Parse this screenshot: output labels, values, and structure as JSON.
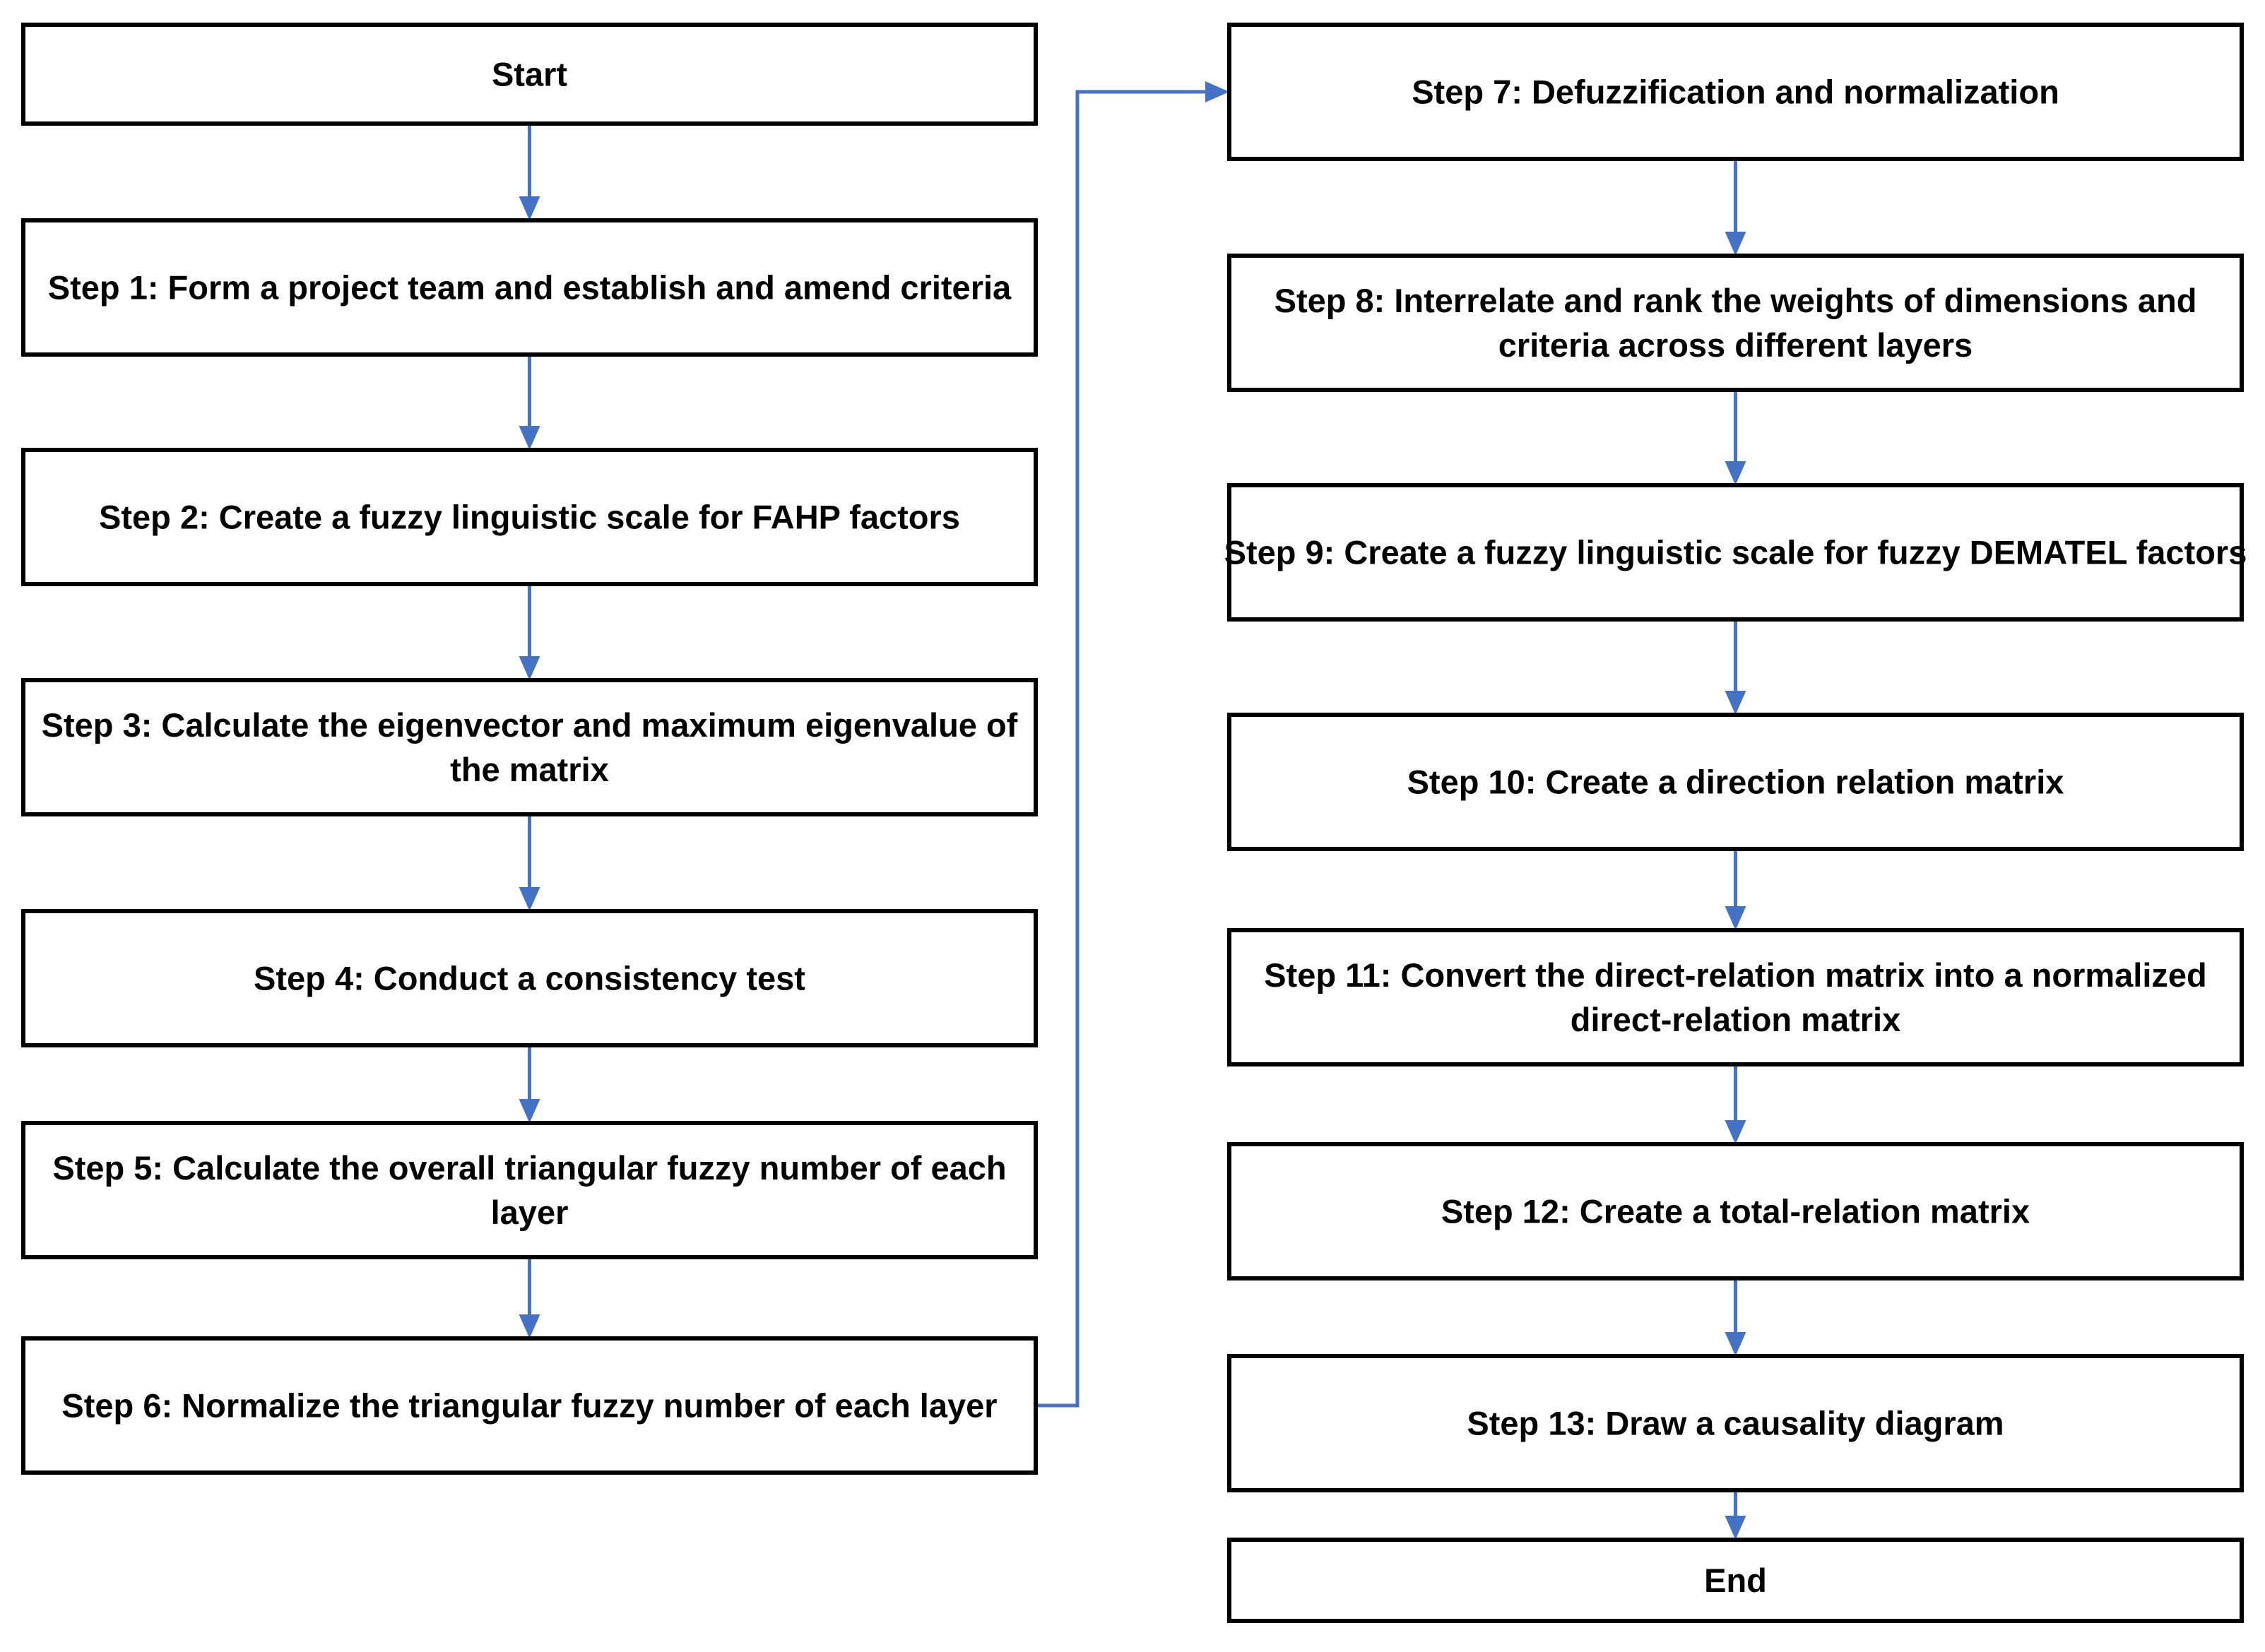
{
  "flowchart": {
    "nodes": [
      {
        "id": "start",
        "lines": [
          "Start"
        ]
      },
      {
        "id": "step1",
        "lines": [
          "Step 1: Form a project team and establish and amend criteria"
        ]
      },
      {
        "id": "step2",
        "lines": [
          "Step 2: Create a fuzzy linguistic scale for FAHP factors"
        ]
      },
      {
        "id": "step3",
        "lines": [
          "Step 3: Calculate the eigenvector and maximum eigenvalue of",
          "the matrix"
        ]
      },
      {
        "id": "step4",
        "lines": [
          "Step 4: Conduct a consistency test"
        ]
      },
      {
        "id": "step5",
        "lines": [
          "Step 5: Calculate the overall triangular fuzzy number of each",
          "layer"
        ]
      },
      {
        "id": "step6",
        "lines": [
          "Step 6: Normalize the triangular fuzzy number of each layer"
        ]
      },
      {
        "id": "step7",
        "lines": [
          "Step 7: Defuzzification and normalization"
        ]
      },
      {
        "id": "step8",
        "lines": [
          "Step 8: Interrelate and rank the weights of dimensions and",
          "criteria across different layers"
        ]
      },
      {
        "id": "step9",
        "lines": [
          "Step 9: Create a fuzzy linguistic scale for fuzzy DEMATEL factors"
        ]
      },
      {
        "id": "step10",
        "lines": [
          "Step 10: Create a direction relation matrix"
        ]
      },
      {
        "id": "step11",
        "lines": [
          "Step 11: Convert the direct-relation matrix into a normalized",
          "direct-relation matrix"
        ]
      },
      {
        "id": "step12",
        "lines": [
          "Step 12: Create a total-relation matrix"
        ]
      },
      {
        "id": "step13",
        "lines": [
          "Step 13: Draw a causality diagram"
        ]
      },
      {
        "id": "end",
        "lines": [
          "End"
        ]
      }
    ],
    "edges": [
      [
        "start",
        "step1"
      ],
      [
        "step1",
        "step2"
      ],
      [
        "step2",
        "step3"
      ],
      [
        "step3",
        "step4"
      ],
      [
        "step4",
        "step5"
      ],
      [
        "step5",
        "step6"
      ],
      [
        "step6",
        "step7"
      ],
      [
        "step7",
        "step8"
      ],
      [
        "step8",
        "step9"
      ],
      [
        "step9",
        "step10"
      ],
      [
        "step10",
        "step11"
      ],
      [
        "step11",
        "step12"
      ],
      [
        "step12",
        "step13"
      ],
      [
        "step13",
        "end"
      ]
    ],
    "colors": {
      "connector": "#4472C4",
      "box_border": "#000000",
      "box_fill": "#ffffff",
      "text": "#000000"
    }
  }
}
